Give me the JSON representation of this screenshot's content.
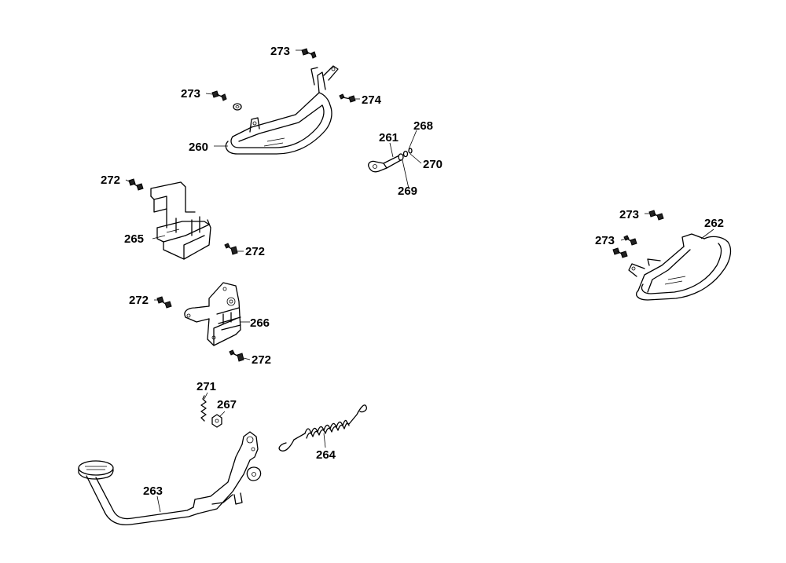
{
  "callouts": {
    "c260": "260",
    "c261": "261",
    "c262": "262",
    "c263": "263",
    "c264": "264",
    "c265": "265",
    "c266": "266",
    "c267": "267",
    "c268": "268",
    "c269": "269",
    "c270": "270",
    "c271": "271",
    "c272a": "272",
    "c272b": "272",
    "c272c": "272",
    "c272d": "272",
    "c273a": "273",
    "c273b": "273",
    "c273c": "273",
    "c273d": "273",
    "c274": "274"
  }
}
